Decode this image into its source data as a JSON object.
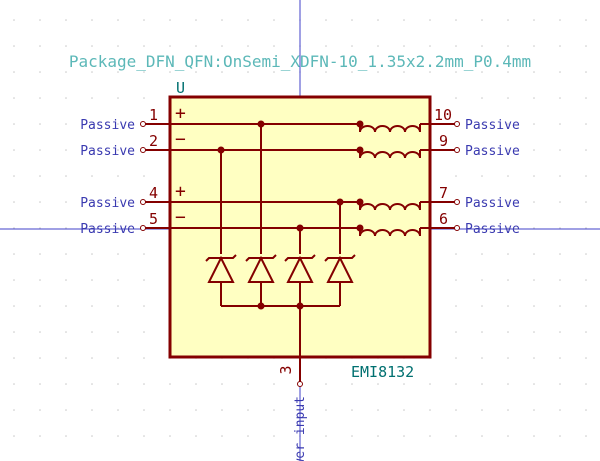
{
  "symbol": {
    "footprint": "Package_DFN_QFN:OnSemi_XDFN-10_1.35x2.2mm_P0.4mm",
    "reference": "U",
    "value": "EMI8132"
  },
  "pins": [
    {
      "id": "p1",
      "number": "1",
      "polarity": "+",
      "type": "Passive"
    },
    {
      "id": "p2",
      "number": "2",
      "polarity": "−",
      "type": "Passive"
    },
    {
      "id": "p4",
      "number": "4",
      "polarity": "+",
      "type": "Passive"
    },
    {
      "id": "p5",
      "number": "5",
      "polarity": "−",
      "type": "Passive"
    },
    {
      "id": "p10",
      "number": "10",
      "type": "Passive"
    },
    {
      "id": "p9",
      "number": "9",
      "type": "Passive"
    },
    {
      "id": "p7",
      "number": "7",
      "type": "Passive"
    },
    {
      "id": "p6",
      "number": "6",
      "type": "Passive"
    },
    {
      "id": "p3",
      "number": "3",
      "type": "Power input"
    }
  ],
  "colors": {
    "body_fill": "#ffffc2",
    "body_stroke": "#840000",
    "pin_text": "#840000",
    "pin_type_text": "#3a3ab0",
    "field_text": "#007070",
    "footprint_text": "#5cb8b8",
    "crosshair": "#4040c8",
    "grid_dot": "#c8c8c8"
  }
}
